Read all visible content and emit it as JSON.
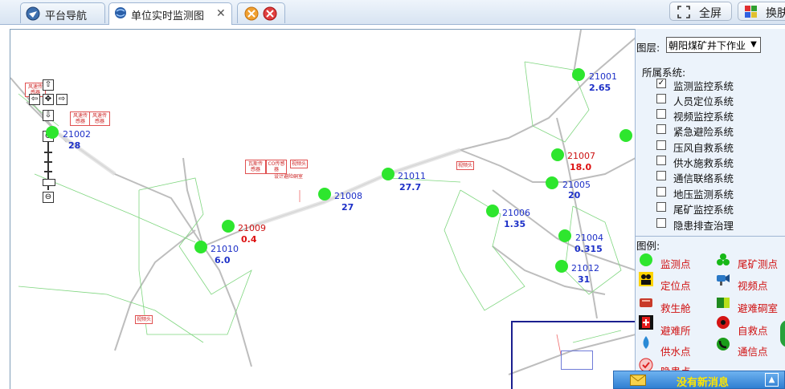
{
  "tabs": [
    {
      "label": "平台导航"
    },
    {
      "label": "单位实时监测图"
    }
  ],
  "top_buttons": {
    "fullscreen": "全屏",
    "skin": "换肤"
  },
  "map": {
    "points": [
      {
        "id": "21001",
        "value": "2.65",
        "alarm": false
      },
      {
        "id": "21002",
        "value": "28",
        "alarm": false
      },
      {
        "id": "21007",
        "value": "18.0",
        "alarm": true
      },
      {
        "id": "21005",
        "value": "20",
        "alarm": false
      },
      {
        "id": "21011",
        "value": "27.7",
        "alarm": false
      },
      {
        "id": "21008",
        "value": "27",
        "alarm": false
      },
      {
        "id": "21006",
        "value": "1.35",
        "alarm": false
      },
      {
        "id": "21009",
        "value": "0.4",
        "alarm": true
      },
      {
        "id": "21004",
        "value": "0.315",
        "alarm": false
      },
      {
        "id": "21010",
        "value": "6.0",
        "alarm": false
      },
      {
        "id": "21012",
        "value": "31",
        "alarm": false
      }
    ],
    "labels": {
      "video_head": "视频头",
      "tunnel": "设计避险硐室",
      "left_box1": "风速传感器",
      "left_box2": "风速传感器",
      "mid_box1": "瓦斯传感器",
      "mid_box2": "CO传感器"
    }
  },
  "panel": {
    "layer_label": "图层:",
    "layer_value": "朝阳煤矿井下作业",
    "system_label": "所属系统:",
    "systems": [
      {
        "name": "监测监控系统",
        "checked": true
      },
      {
        "name": "人员定位系统",
        "checked": false
      },
      {
        "name": "视频监控系统",
        "checked": false
      },
      {
        "name": "紧急避险系统",
        "checked": false
      },
      {
        "name": "压风自救系统",
        "checked": false
      },
      {
        "name": "供水施救系统",
        "checked": false
      },
      {
        "name": "通信联络系统",
        "checked": false
      },
      {
        "name": "地压监测系统",
        "checked": false
      },
      {
        "name": "尾矿监控系统",
        "checked": false
      },
      {
        "name": "隐患排查治理",
        "checked": false
      }
    ],
    "legend_label": "图例:",
    "legend": [
      {
        "name": "监测点",
        "icon": "green-dot-icon"
      },
      {
        "name": "尾矿测点",
        "icon": "green-cluster-icon"
      },
      {
        "name": "定位点",
        "icon": "person-locate-icon"
      },
      {
        "name": "视频点",
        "icon": "camera-icon"
      },
      {
        "name": "救生舱",
        "icon": "lifeboat-icon"
      },
      {
        "name": "避难硐室",
        "icon": "shelter-room-icon"
      },
      {
        "name": "避难所",
        "icon": "refuge-icon"
      },
      {
        "name": "自救点",
        "icon": "self-rescue-icon"
      },
      {
        "name": "供水点",
        "icon": "water-drop-icon"
      },
      {
        "name": "通信点",
        "icon": "phone-icon"
      },
      {
        "name": "隐患点",
        "icon": "hazard-icon"
      }
    ]
  },
  "message_bar": {
    "text": "没有新消息"
  },
  "colors": {
    "point": "#2ee62e",
    "alarm_text": "#dd1111",
    "normal_text": "#1c2fc7",
    "legend_text": "#d01010",
    "tunnel": "#c8c8c8",
    "green_line": "#7fd67f"
  }
}
